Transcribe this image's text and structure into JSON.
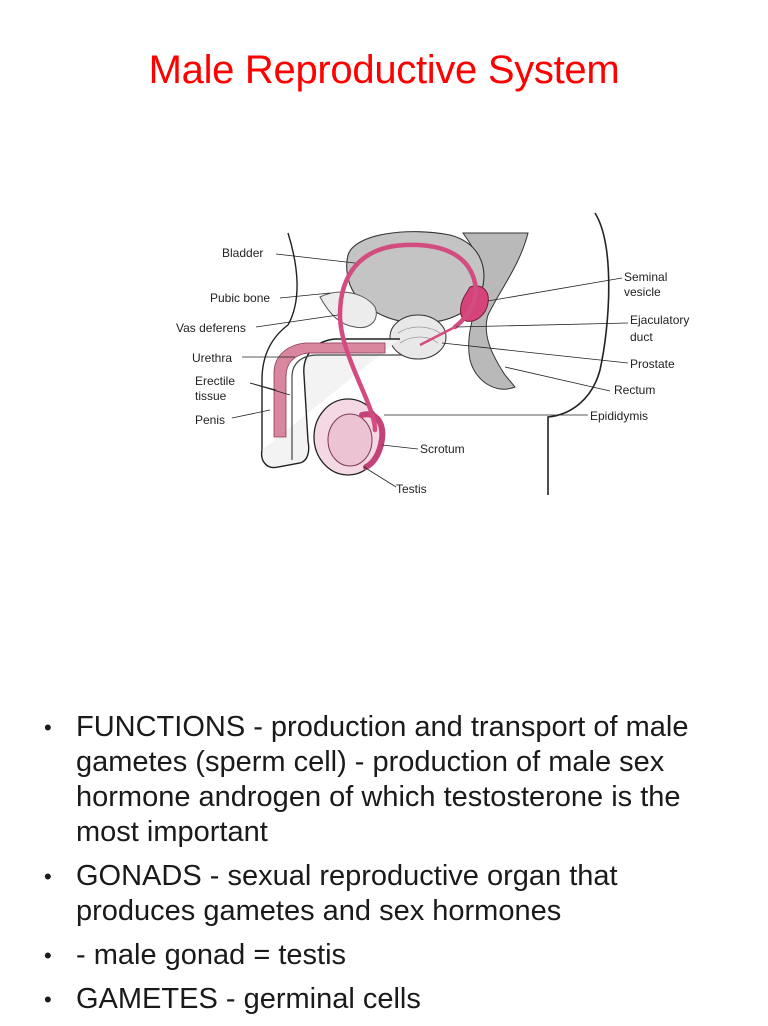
{
  "title": "Male Reproductive System",
  "diagram": {
    "labels": {
      "bladder": "Bladder",
      "pubic_bone": "Pubic bone",
      "vas_deferens": "Vas deferens",
      "urethra": "Urethra",
      "erectile_1": "Erectile",
      "erectile_2": "tissue",
      "penis": "Penis",
      "seminal_1": "Seminal",
      "seminal_2": "vesicle",
      "ejac_1": "Ejaculatory",
      "ejac_2": "duct",
      "prostate": "Prostate",
      "rectum": "Rectum",
      "epididymis": "Epididymis",
      "scrotum": "Scrotum",
      "testis": "Testis"
    }
  },
  "bullets": [
    "FUNCTIONS - production and transport of male gametes (sperm cell) - production of male sex hormone androgen of which testosterone is the most important",
    "GONADS - sexual reproductive organ that produces gametes and sex hormones",
    "- male gonad = testis",
    "GAMETES - germinal cells"
  ]
}
